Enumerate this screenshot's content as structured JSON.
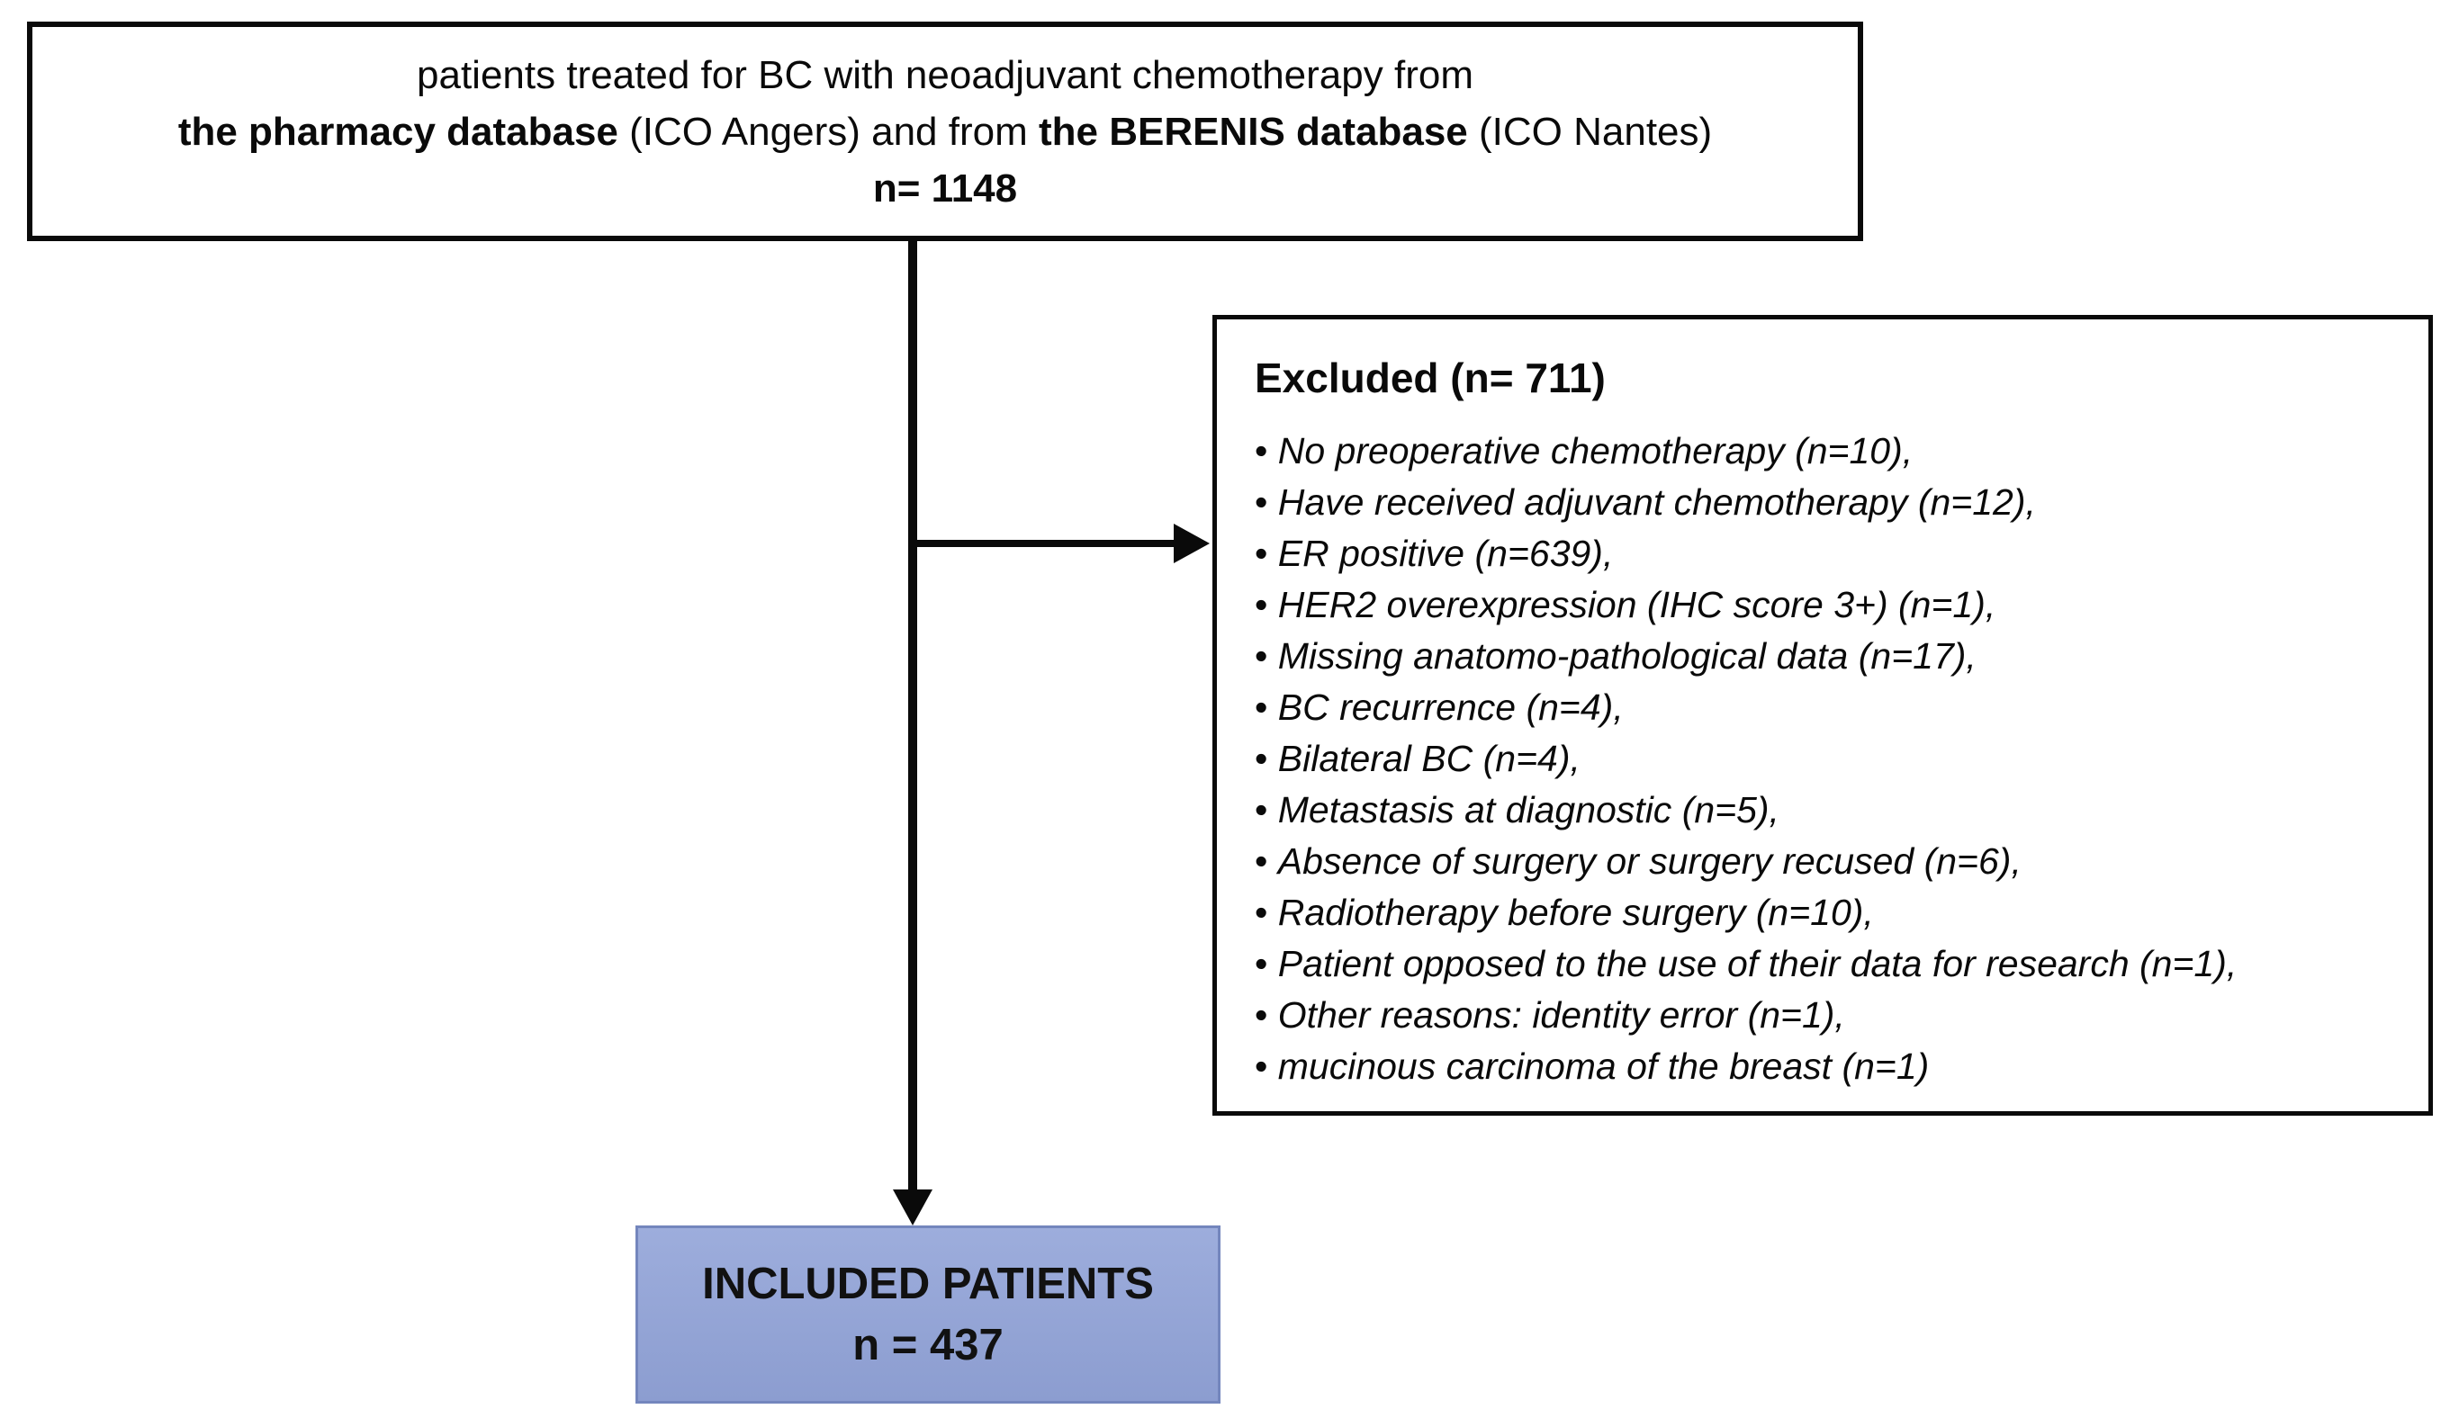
{
  "source_box": {
    "line1": "patients treated for BC with neoadjuvant chemotherapy from",
    "line2_bold1": "the pharmacy database",
    "line2_text1": " (ICO Angers) and from ",
    "line2_bold2": "the BERENIS database",
    "line2_text2": " (ICO Nantes)",
    "line3": "n= 1148"
  },
  "excluded_box": {
    "title": "Excluded (n= 711)",
    "items": [
      "No preoperative chemotherapy (n=10),",
      "Have received adjuvant chemotherapy (n=12),",
      "ER positive (n=639),",
      "HER2 overexpression (IHC score 3+) (n=1),",
      "Missing anatomo-pathological data (n=17),",
      "BC recurrence (n=4),",
      "Bilateral BC (n=4),",
      "Metastasis at diagnostic (n=5),",
      "Absence of surgery or surgery recused (n=6),",
      "Radiotherapy before surgery (n=10),",
      "Patient opposed to the use of their data for research (n=1),",
      "Other reasons: identity error (n=1),",
      "mucinous carcinoma of the breast (n=1)"
    ]
  },
  "included_box": {
    "line1": "INCLUDED PATIENTS",
    "line2": "n = 437"
  },
  "colors": {
    "included_fill": "#8fa0d2",
    "included_border": "#7486bd",
    "box_border": "#0a0a0a"
  }
}
